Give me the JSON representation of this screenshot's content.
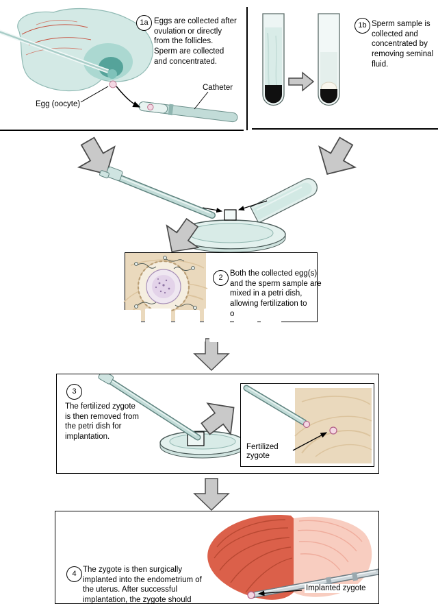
{
  "steps": {
    "s1a": {
      "num": "1a",
      "text": "Eggs are collected after ovulation or directly from the follicles. Sperm are collected and concentrated."
    },
    "s1b": {
      "num": "1b",
      "text": "Sperm sample is collected and concentrated by removing seminal fluid."
    },
    "s2": {
      "num": "2",
      "text": "Both the collected egg(s) and the sperm sample are mixed in a petri dish, allowing fertilization to occur."
    },
    "s3": {
      "num": "3",
      "text": "The fertilized zygote is then removed from the petri dish for implantation."
    },
    "s4": {
      "num": "4",
      "text": "The zygote is then surgically implanted into the endometrium of the uterus. After successful implantation, the zygote should develop normally, as if it had been fertilized in the female's oviducts."
    }
  },
  "labels": {
    "egg": "Egg (oocyte)",
    "catheter": "Catheter",
    "fertilized_zygote": "Fertilized zygote",
    "implanted_zygote": "Implanted zygote"
  },
  "colors": {
    "arrow_gray": "#c9c9c9",
    "teal_light": "#d3e9e5",
    "teal_dark": "#55a39a",
    "beige": "#ead9bd",
    "uterus_red": "#db604a",
    "uterus_pink": "#f8cdc0",
    "zygote_pink": "#f4d8e4"
  }
}
